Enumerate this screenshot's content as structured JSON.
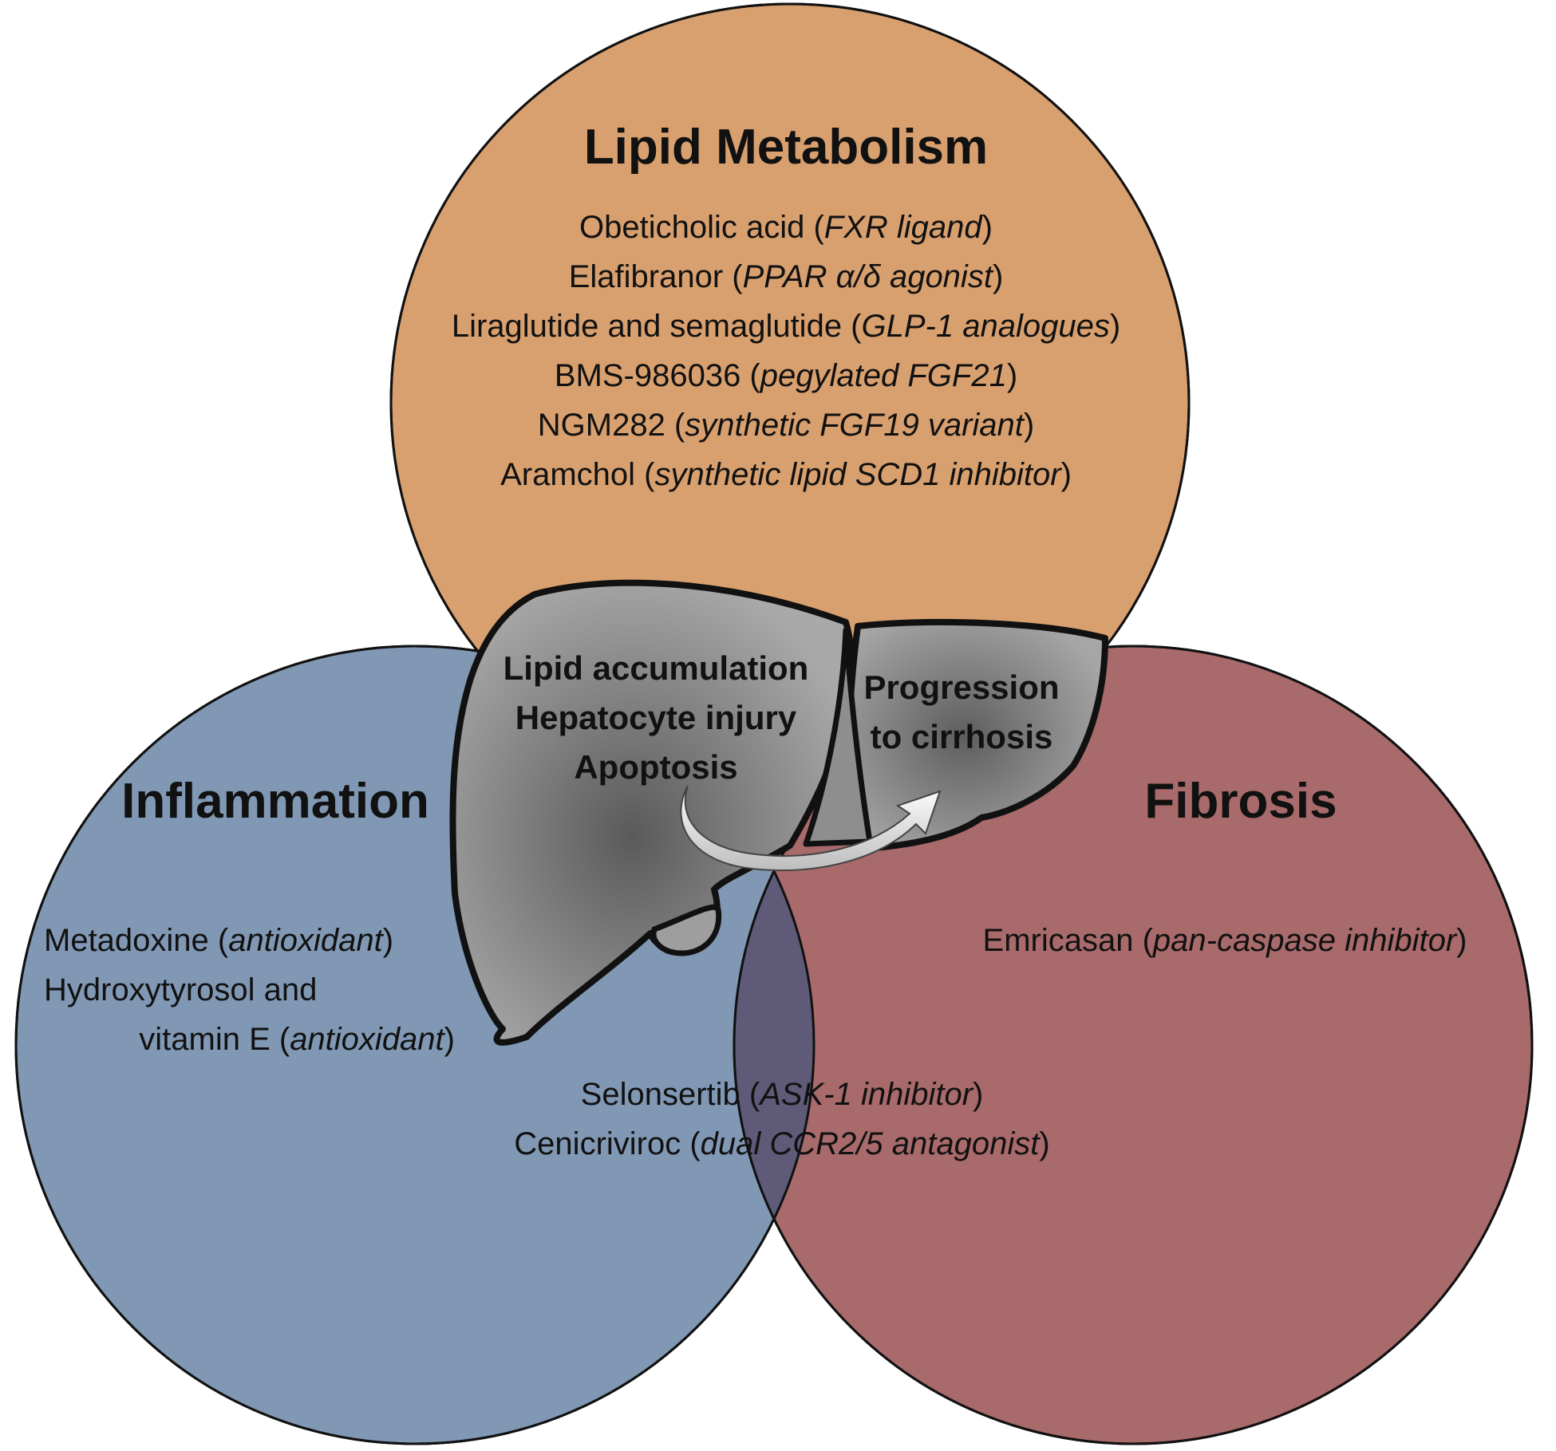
{
  "colors": {
    "lipid": "#d9a06f",
    "inflammation": "#8198b4",
    "fibrosis": "#a86a6b",
    "overlap_inflammation_fibrosis": "#5f5a78",
    "overlap_lipid": "#c7874a",
    "liver_fill": "#9a9a9a",
    "outline": "#111111"
  },
  "circles": {
    "lipid": {
      "title": "Lipid Metabolism",
      "drugs": [
        {
          "name": "Obeticholic acid (",
          "mechanism": "FXR ligand",
          "close": ")"
        },
        {
          "name": "Elafibranor (",
          "mechanism": "PPAR α/δ agonist",
          "close": ")"
        },
        {
          "name": "Liraglutide and semaglutide (",
          "mechanism": "GLP-1 analogues",
          "close": ")"
        },
        {
          "name": "BMS-986036 (",
          "mechanism": "pegylated FGF21",
          "close": ")"
        },
        {
          "name": "NGM282 (",
          "mechanism": "synthetic FGF19 variant",
          "close": ")"
        },
        {
          "name": "Aramchol (",
          "mechanism": "synthetic lipid SCD1 inhibitor",
          "close": ")"
        }
      ]
    },
    "inflammation": {
      "title": "Inflammation",
      "drugs": [
        {
          "name": "Metadoxine (",
          "mechanism": "antioxidant",
          "close": ")"
        },
        {
          "name": "Hydroxytyrosol and",
          "mechanism": "",
          "close": ""
        },
        {
          "name": "vitamin E (",
          "mechanism": "antioxidant",
          "close": ")"
        }
      ]
    },
    "fibrosis": {
      "title": "Fibrosis",
      "drugs": [
        {
          "name": "Emricasan (",
          "mechanism": "pan-caspase inhibitor",
          "close": ")"
        }
      ]
    }
  },
  "shared_drugs": [
    {
      "name": "Selonsertib (",
      "mechanism": "ASK-1 inhibitor",
      "close": ")"
    },
    {
      "name": "Cenicriviroc (",
      "mechanism": "dual CCR2/5 antagonist",
      "close": ")"
    }
  ],
  "liver": {
    "left_lobe_lines": [
      "Lipid accumulation",
      "Hepatocyte injury",
      "Apoptosis"
    ],
    "right_lobe_lines": [
      "Progression",
      "to cirrhosis"
    ]
  }
}
